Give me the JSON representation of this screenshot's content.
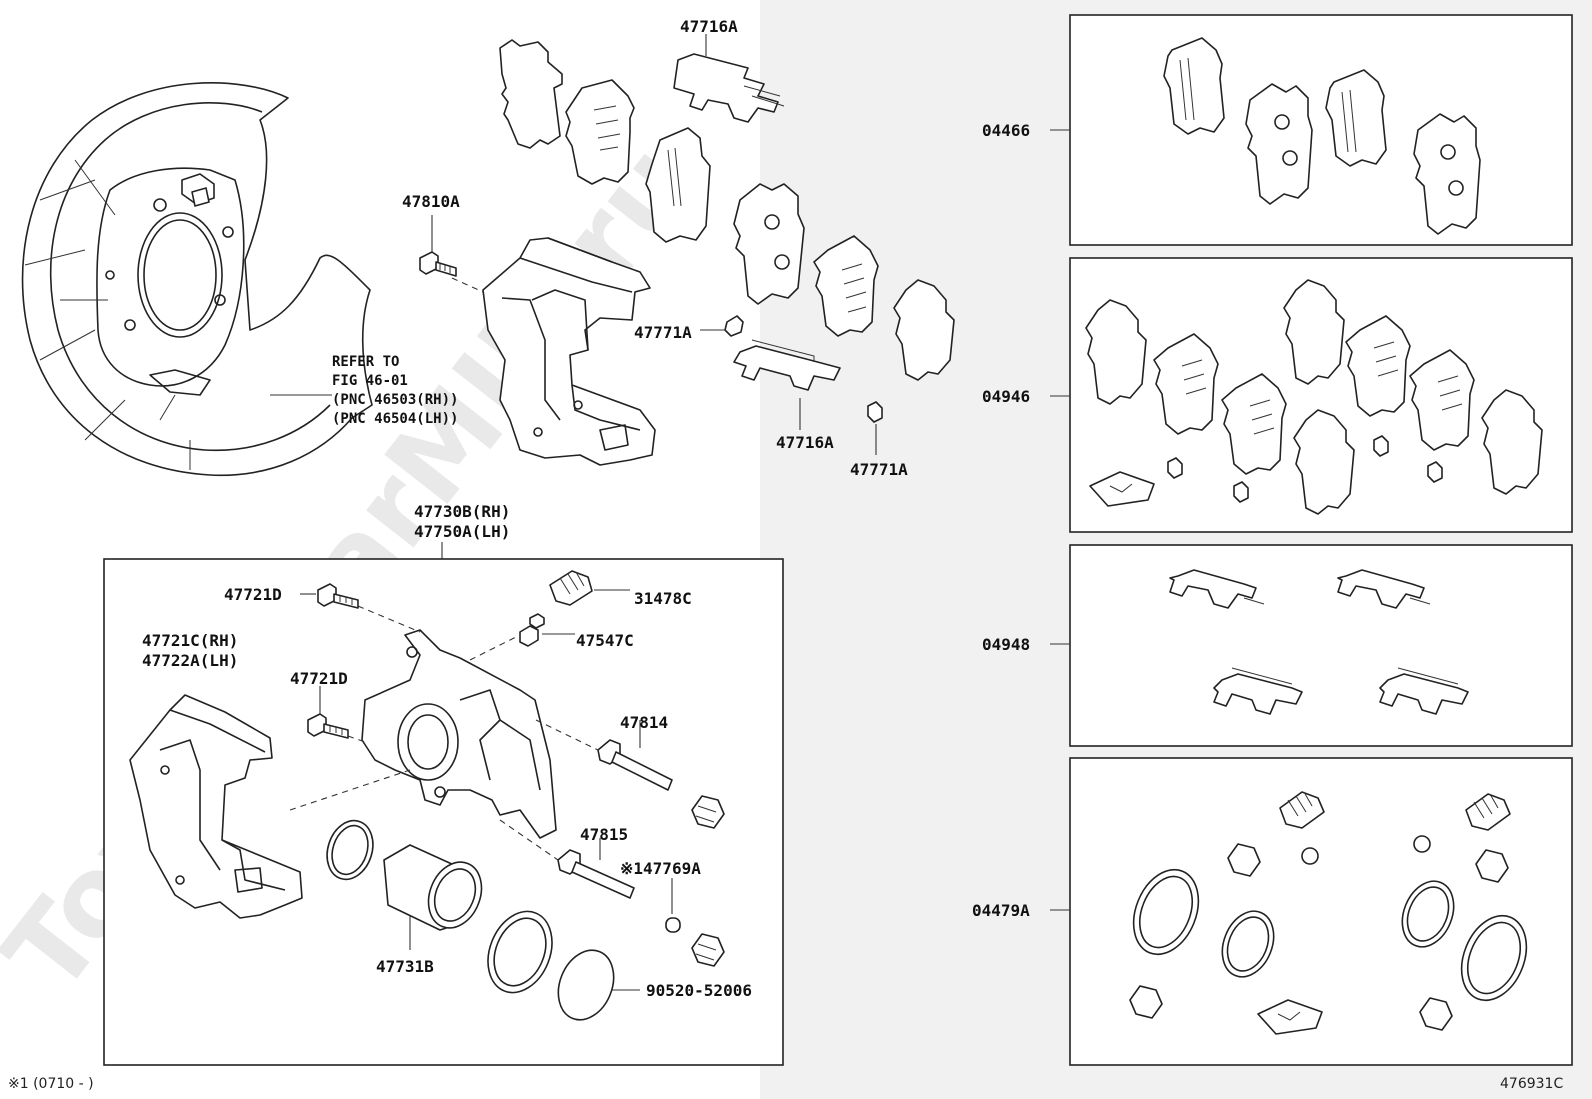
{
  "watermark": "ToyotaCarMIN.ru",
  "labels": {
    "p47716A_top": "47716A",
    "p47810A": "47810A",
    "p47771A_mid": "47771A",
    "p47716A_bot": "47716A",
    "p47771A_bot": "47771A",
    "refer1": "REFER TO",
    "refer2": "FIG 46-01",
    "refer3": "(PNC 46503(RH))",
    "refer4": "(PNC 46504(LH))",
    "p47730B": "47730B(RH)",
    "p47750A": "47750A(LH)",
    "p47721D_top": "47721D",
    "p31478C": "31478C",
    "p47547C": "47547C",
    "p47721C": "47721C(RH)",
    "p47722A": "47722A(LH)",
    "p47721D_mid": "47721D",
    "p47814": "47814",
    "p47815": "47815",
    "p47769A": "※147769A",
    "p47731B": "47731B",
    "p90520": "90520-52006",
    "k04466": "04466",
    "k04946": "04946",
    "k04948": "04948",
    "k04479A": "04479A"
  },
  "footnote": "※1 (0710 -        )",
  "figure_id": "476931C"
}
